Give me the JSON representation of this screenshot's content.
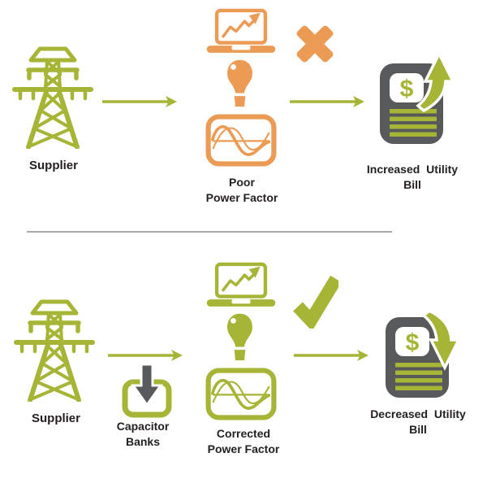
{
  "colors": {
    "green": "#a6b535",
    "orange": "#ec9b55",
    "dark_gray": "#58595b",
    "divider_gray": "#a7a9ac",
    "text": "#231f20"
  },
  "icons": {
    "supplier": "transmission-tower-icon",
    "flow": "arrow-right-icon",
    "monitor": "laptop-chart-icon",
    "bulb": "lightbulb-icon",
    "waveform": "sine-wave-icon",
    "reject": "x-mark-icon",
    "accept": "check-mark-icon",
    "bill_increase": "arrow-up-icon",
    "bill_decrease": "arrow-down-icon",
    "capacitor": "capacitor-banks-icon"
  },
  "rows": [
    {
      "supplier": "Supplier",
      "factor": {
        "line1": "Poor",
        "line2": "Power Factor"
      },
      "bill": {
        "line1": "Increased Utility",
        "line2": "Bill"
      },
      "status": "x-mark",
      "dollar": "$"
    },
    {
      "supplier": "Supplier",
      "capacitor": {
        "line1": "Capacitor",
        "line2": "Banks"
      },
      "factor": {
        "line1": "Corrected",
        "line2": "Power Factor"
      },
      "bill": {
        "line1": "Decreased Utility",
        "line2": "Bill"
      },
      "status": "check-mark",
      "dollar": "$"
    }
  ]
}
